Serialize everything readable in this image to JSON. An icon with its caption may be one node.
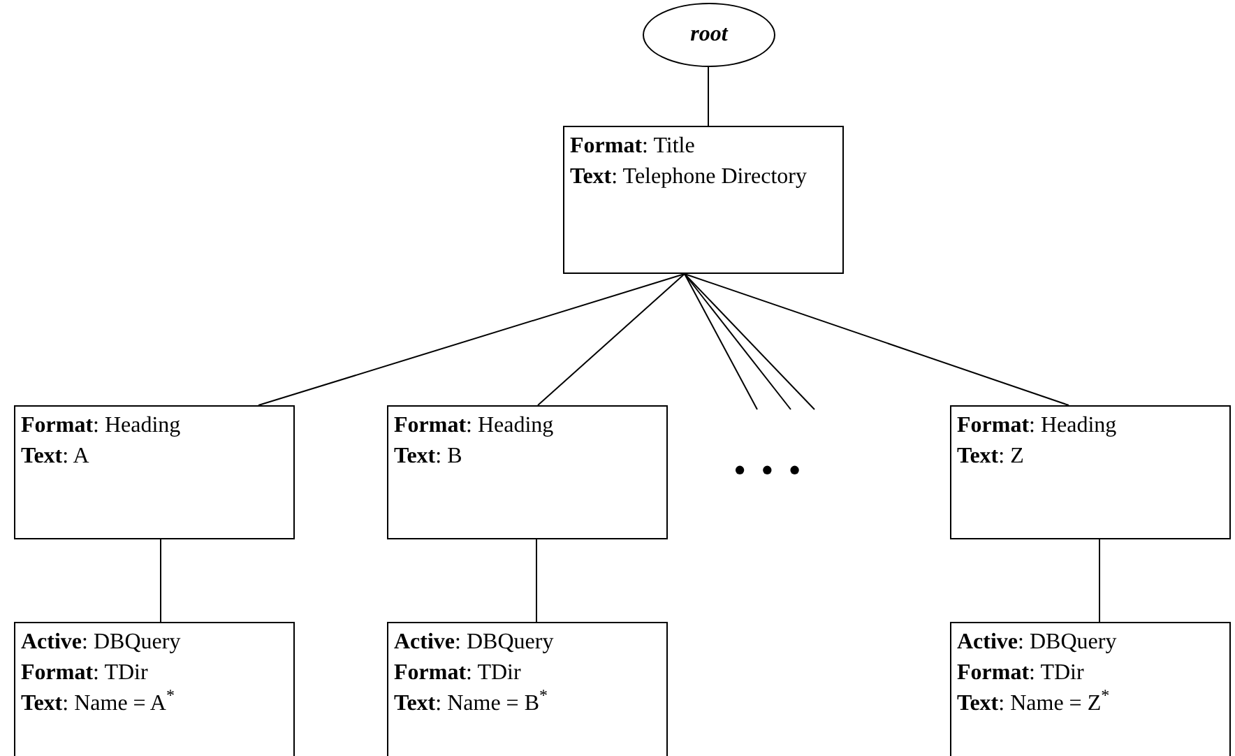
{
  "diagram": {
    "nodes": [
      {
        "text": [
          "root"
        ]
      },
      {
        "text": [
          "**Format**: Title",
          "**Text**: Telephone Directory"
        ]
      },
      {
        "text": [
          "**Format**: Heading",
          "**Text**: A"
        ]
      },
      {
        "text": [
          "**Format**: Heading",
          "**Text**: B"
        ]
      },
      {
        "text": [
          "**Format**: Heading",
          "**Text**: Z"
        ]
      },
      {
        "text": [
          "**Active**: DBQuery",
          "**Format**: TDir",
          "**Text**: Name = A$^{*}$"
        ]
      },
      {
        "text": [
          "**Active**: DBQuery",
          "**Format**: TDir",
          "**Text**: Name = B$^{*}$"
        ]
      },
      {
        "text": [
          "**Active**: DBQuery",
          "**Format**: TDir",
          "**Text**: Name = Z$^{*}$"
        ]
      }
    ],
    "edges": [
      {
        "from": 0,
        "to": 1,
        "arrow": "none"
      },
      {
        "from": 1,
        "to": 2,
        "arrow": "none"
      },
      {
        "from": 1,
        "to": 3,
        "arrow": "none"
      },
      {
        "from": 1,
        "to": null,
        "arrow": "none"
      },
      {
        "from": 1,
        "to": null,
        "arrow": "none"
      },
      {
        "from": 1,
        "to": null,
        "arrow": "none"
      },
      {
        "from": 1,
        "to": 4,
        "arrow": "none"
      },
      {
        "from": 2,
        "to": 5,
        "arrow": "none"
      },
      {
        "from": 3,
        "to": 6,
        "arrow": "none"
      },
      {
        "from": 4,
        "to": 7,
        "arrow": "none"
      }
    ],
    "labels": [
      "• • •"
    ]
  }
}
